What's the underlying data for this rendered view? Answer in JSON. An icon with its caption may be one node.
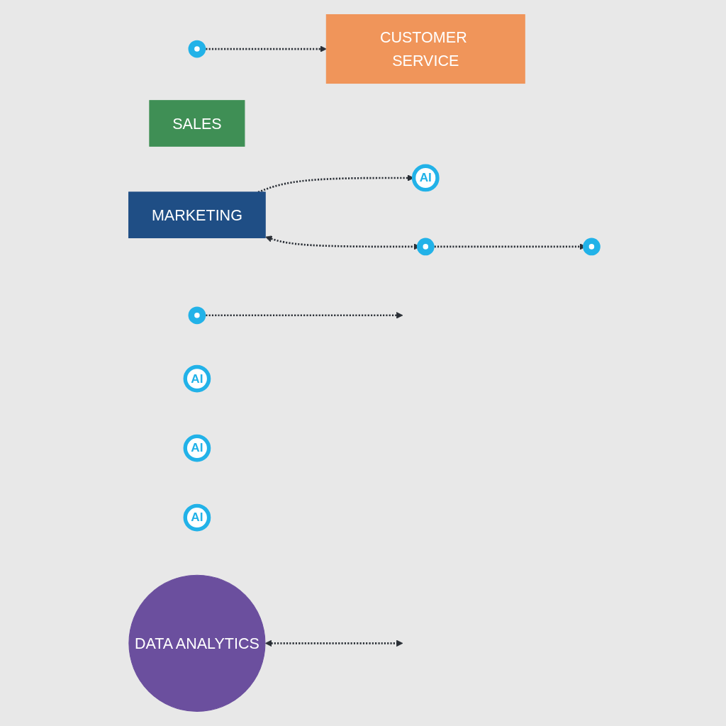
{
  "diagram": {
    "nodes": [
      {
        "text": [
          "MARKETING"
        ]
      },
      {
        "text": [
          "SALES"
        ]
      },
      {
        "text": [
          "CUSTOMER SERVICE"
        ]
      },
      {
        "text": [
          "DATA ANALYTICS"
        ]
      },
      {
        "text": [
          "AI"
        ]
      },
      {
        "text": [],
        "shape": "gear"
      },
      {
        "text": [
          "AI"
        ]
      },
      {
        "text": [],
        "shape": "gear"
      },
      {
        "text": [
          "AI"
        ]
      },
      {
        "text": [],
        "shape": "gear"
      },
      {
        "text": [
          "AI"
        ]
      },
      {
        "text": [],
        "shape": "gear"
      }
    ],
    "edges": [
      {
        "from": 0,
        "to": 4,
        "arrow": "to",
        "style": "dashed"
      },
      {
        "from": 5,
        "to": 2,
        "arrow": "to",
        "style": "dashed"
      },
      {
        "from": 0,
        "to": 7,
        "arrow": "both",
        "style": "dashed"
      },
      {
        "from": 7,
        "to": 9,
        "arrow": "to",
        "style": "dashed"
      },
      {
        "from": 11,
        "to": null,
        "arrow": "to",
        "style": "dashed"
      },
      {
        "from": 3,
        "to": null,
        "arrow": "both",
        "style": "dashed"
      }
    ]
  }
}
